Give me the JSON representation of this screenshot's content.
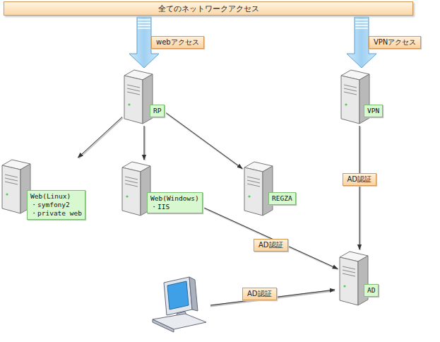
{
  "diagram": {
    "nodes": [
      {
        "text": [
          "全てのネットワークアクセス"
        ]
      },
      {
        "text": [
          "RP"
        ]
      },
      {
        "text": [
          "VPN"
        ]
      },
      {
        "text": [
          "Web(Linux)",
          "・symfony2",
          "・private web"
        ]
      },
      {
        "text": [
          "Web(Windows)",
          "・IIS"
        ]
      },
      {
        "text": [
          "REGZA"
        ]
      },
      {
        "text": [
          "AD"
        ]
      }
    ],
    "edges": [
      {
        "from": 0,
        "to": 1,
        "arrow": "to",
        "label": "webアクセス"
      },
      {
        "from": 0,
        "to": 2,
        "arrow": "to",
        "label": "VPNアクセス"
      },
      {
        "from": 1,
        "to": 3,
        "arrow": "to"
      },
      {
        "from": 1,
        "to": 4,
        "arrow": "to"
      },
      {
        "from": 1,
        "to": 5,
        "arrow": "to"
      },
      {
        "from": 4,
        "to": 6,
        "arrow": "to",
        "label": "AD認証"
      },
      {
        "from": 2,
        "to": 6,
        "arrow": "to",
        "label": "AD認証"
      }
    ],
    "labels": [
      "AD認証"
    ]
  }
}
